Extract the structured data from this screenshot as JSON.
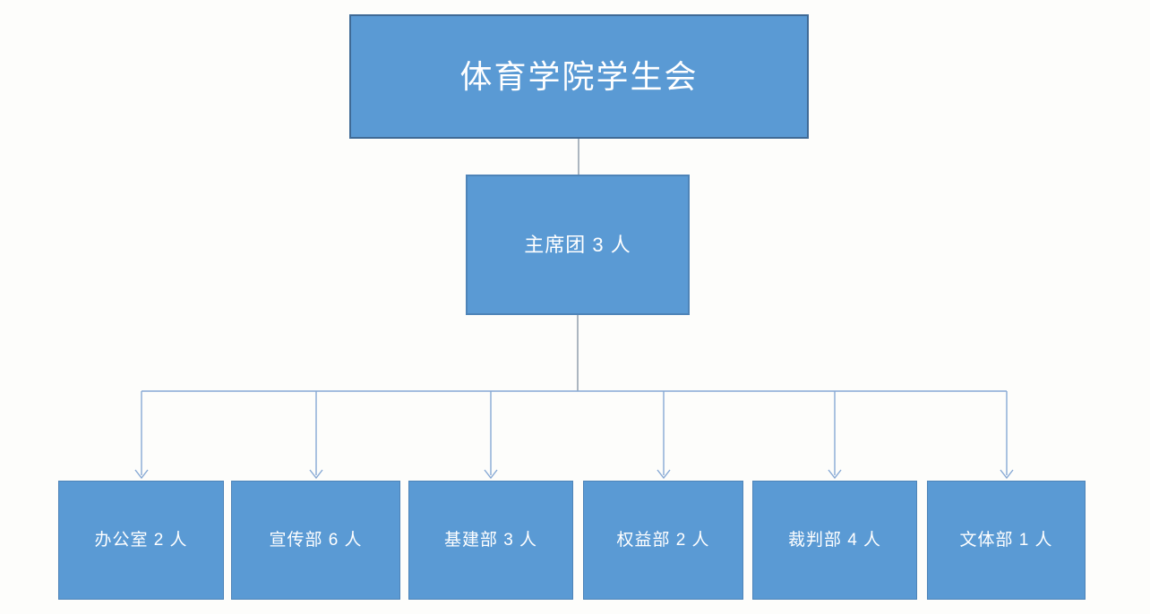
{
  "org": {
    "type": "org-chart",
    "root_label": "体育学院学生会",
    "presidium_label": "主席团 3 人",
    "departments": [
      "办公室 2 人",
      "宣传部 6 人",
      "基建部 3 人",
      "权益部 2 人",
      "裁判部 4 人",
      "文体部 1 人"
    ],
    "hierarchy": {
      "root": "体育学院学生会",
      "child": "主席团 3 人",
      "grandchildren": [
        "办公室 2 人",
        "宣传部 6 人",
        "基建部 3 人",
        "权益部 2 人",
        "裁判部 4 人",
        "文体部 1 人"
      ]
    },
    "colors": {
      "box_fill": "#5a9ad4",
      "box_border_dark": "#3f6a96",
      "box_border": "#4e84b8",
      "stem_line": "#97a5b2",
      "branch_line": "#86a8d4",
      "text": "#ffffff",
      "background": "#fdfdfb"
    }
  }
}
